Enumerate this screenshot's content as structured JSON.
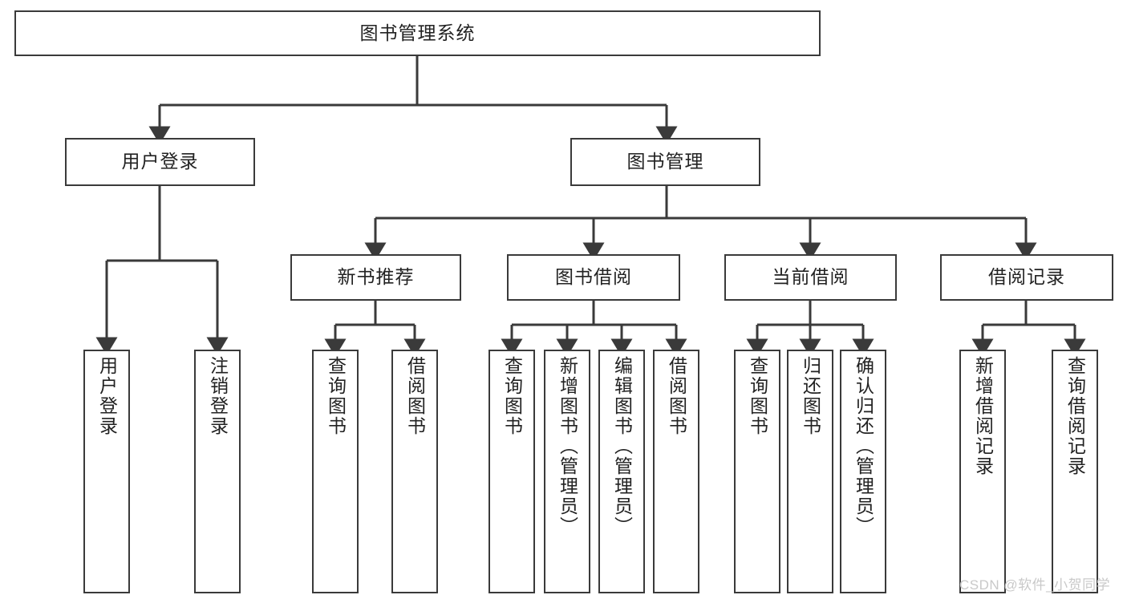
{
  "diagram": {
    "title_node": {
      "label": "图书管理系统"
    },
    "level2": [
      {
        "id": "user-login",
        "label": "用户登录"
      },
      {
        "id": "book-management",
        "label": "图书管理"
      }
    ],
    "level3": [
      {
        "id": "new-book-recommend",
        "label": "新书推荐"
      },
      {
        "id": "book-borrow",
        "label": "图书借阅"
      },
      {
        "id": "current-borrow",
        "label": "当前借阅"
      },
      {
        "id": "borrow-record",
        "label": "借阅记录"
      }
    ],
    "leaves": {
      "user_login": [
        {
          "id": "leaf-user-login",
          "label": "用户登录"
        },
        {
          "id": "leaf-logout-login",
          "label": "注销登录"
        }
      ],
      "new_book_recommend": [
        {
          "id": "leaf-query-book-1",
          "label": "查询图书"
        },
        {
          "id": "leaf-borrow-book-1",
          "label": "借阅图书"
        }
      ],
      "book_borrow": [
        {
          "id": "leaf-query-book-2",
          "label": "查询图书"
        },
        {
          "id": "leaf-add-book",
          "label": "新增图书（管理员）"
        },
        {
          "id": "leaf-edit-book",
          "label": "编辑图书（管理员）"
        },
        {
          "id": "leaf-borrow-book-2",
          "label": "借阅图书"
        }
      ],
      "current_borrow": [
        {
          "id": "leaf-query-book-3",
          "label": "查询图书"
        },
        {
          "id": "leaf-return-book",
          "label": "归还图书"
        },
        {
          "id": "leaf-confirm-return",
          "label": "确认归还（管理员）"
        }
      ],
      "borrow_record": [
        {
          "id": "leaf-add-record",
          "label": "新增借阅记录"
        },
        {
          "id": "leaf-query-record",
          "label": "查询借阅记录"
        }
      ]
    }
  },
  "watermark": {
    "text": "CSDN @软件_小贺同学"
  },
  "colors": {
    "border": "#3a3a3a",
    "text": "#222222",
    "background": "#ffffff",
    "watermark": "#c9c9c9"
  }
}
